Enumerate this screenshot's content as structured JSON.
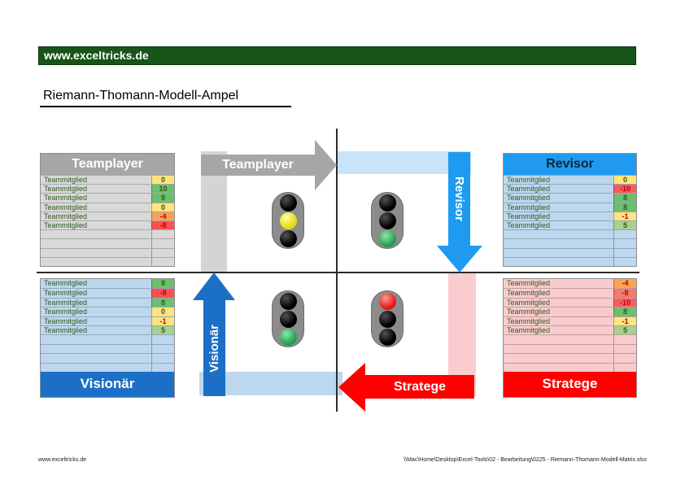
{
  "page": {
    "brand": "www.exceltricks.de",
    "title": "Riemann-Thomann-Modell-Ampel"
  },
  "colors": {
    "brand_green": "#175418",
    "arrow_gray": "#A6A6A6",
    "revisor_blue": "#1E9BF0",
    "visionaer_blue": "#1B6FC4",
    "stratege_red": "#FF0000",
    "band_gray": "#D4D4D4",
    "band_blue_light": "#C9E3F9",
    "band_blue_bottom": "#BDD7EE",
    "band_pink": "#F9CDD0",
    "divider": "#2B2B2B"
  },
  "tables": {
    "teamplayer": {
      "title": "Teamplayer",
      "header_bg": "#A6A6A6",
      "header_fg": "#FFFFFF",
      "row_bg": "#D9D9D9",
      "header_pos": "top",
      "rows": [
        {
          "label": "Teammitglied",
          "value": "0",
          "bg": "#FFE47F",
          "fg": "#2F5B1F"
        },
        {
          "label": "Teammitglied",
          "value": "10",
          "bg": "#6DBE6D",
          "fg": "#2F5B1F"
        },
        {
          "label": "Teammitglied",
          "value": "9",
          "bg": "#6DBE6D",
          "fg": "#2F5B1F"
        },
        {
          "label": "Teammitglied",
          "value": "0",
          "bg": "#FFE47F",
          "fg": "#2F5B1F"
        },
        {
          "label": "Teammitglied",
          "value": "-4",
          "bg": "#FB9E5A",
          "fg": "#C00000"
        },
        {
          "label": "Teammitglied",
          "value": "-8",
          "bg": "#FF5050",
          "fg": "#C00000"
        },
        {
          "label": "",
          "value": "",
          "bg": "",
          "fg": ""
        },
        {
          "label": "",
          "value": "",
          "bg": "",
          "fg": ""
        },
        {
          "label": "",
          "value": "",
          "bg": "",
          "fg": ""
        },
        {
          "label": "",
          "value": "",
          "bg": "",
          "fg": ""
        }
      ]
    },
    "revisor": {
      "title": "Revisor",
      "header_bg": "#1E9BF0",
      "header_fg": "#132437",
      "row_bg": "#BDD7EE",
      "header_pos": "top",
      "rows": [
        {
          "label": "Teammitglied",
          "value": "0",
          "bg": "#FFE47F",
          "fg": "#2F5B1F"
        },
        {
          "label": "Teammitglied",
          "value": "-10",
          "bg": "#FB5A5F",
          "fg": "#C00000"
        },
        {
          "label": "Teammitglied",
          "value": "8",
          "bg": "#6DBE6D",
          "fg": "#2F5B1F"
        },
        {
          "label": "Teammitglied",
          "value": "8",
          "bg": "#6DBE6D",
          "fg": "#2F5B1F"
        },
        {
          "label": "Teammitglied",
          "value": "-1",
          "bg": "#FFE47F",
          "fg": "#C00000"
        },
        {
          "label": "Teammitglied",
          "value": "5",
          "bg": "#A9D08E",
          "fg": "#2F5B1F"
        },
        {
          "label": "",
          "value": "",
          "bg": "",
          "fg": ""
        },
        {
          "label": "",
          "value": "",
          "bg": "",
          "fg": ""
        },
        {
          "label": "",
          "value": "",
          "bg": "",
          "fg": ""
        },
        {
          "label": "",
          "value": "",
          "bg": "",
          "fg": ""
        }
      ]
    },
    "visionaer": {
      "title": "Visionär",
      "header_bg": "#1B6FC4",
      "header_fg": "#FFFFFF",
      "row_bg": "#BDD7EE",
      "header_pos": "bottom",
      "rows": [
        {
          "label": "Teammitglied",
          "value": "8",
          "bg": "#6DBE6D",
          "fg": "#2F5B1F"
        },
        {
          "label": "Teammitglied",
          "value": "-8",
          "bg": "#FF5050",
          "fg": "#C00000"
        },
        {
          "label": "Teammitglied",
          "value": "8",
          "bg": "#6DBE6D",
          "fg": "#2F5B1F"
        },
        {
          "label": "Teammitglied",
          "value": "0",
          "bg": "#FFE47F",
          "fg": "#2F5B1F"
        },
        {
          "label": "Teammitglied",
          "value": "-1",
          "bg": "#FFE47F",
          "fg": "#C00000"
        },
        {
          "label": "Teammitglied",
          "value": "5",
          "bg": "#A9D08E",
          "fg": "#2F5B1F"
        },
        {
          "label": "",
          "value": "",
          "bg": "",
          "fg": ""
        },
        {
          "label": "",
          "value": "",
          "bg": "",
          "fg": ""
        },
        {
          "label": "",
          "value": "",
          "bg": "",
          "fg": ""
        },
        {
          "label": "",
          "value": "",
          "bg": "",
          "fg": ""
        }
      ]
    },
    "stratege": {
      "title": "Stratege",
      "header_bg": "#FF0000",
      "header_fg": "#FFFFFF",
      "row_bg": "#F8CBCD",
      "header_pos": "bottom",
      "rows": [
        {
          "label": "Teammitglied",
          "value": "-4",
          "bg": "#F9A259",
          "fg": "#C00000"
        },
        {
          "label": "Teammitglied",
          "value": "-8",
          "bg": "#F5796C",
          "fg": "#C00000"
        },
        {
          "label": "Teammitglied",
          "value": "-10",
          "bg": "#F75E63",
          "fg": "#C00000"
        },
        {
          "label": "Teammitglied",
          "value": "8",
          "bg": "#6DBE6D",
          "fg": "#2F5B1F"
        },
        {
          "label": "Teammitglied",
          "value": "-1",
          "bg": "#FFE47F",
          "fg": "#C00000"
        },
        {
          "label": "Teammitglied",
          "value": "5",
          "bg": "#A9D08E",
          "fg": "#2F5B1F"
        },
        {
          "label": "",
          "value": "",
          "bg": "",
          "fg": ""
        },
        {
          "label": "",
          "value": "",
          "bg": "",
          "fg": ""
        },
        {
          "label": "",
          "value": "",
          "bg": "",
          "fg": ""
        },
        {
          "label": "",
          "value": "",
          "bg": "",
          "fg": ""
        }
      ]
    }
  },
  "diagram": {
    "arrows": [
      {
        "id": "teamplayer",
        "label": "Teamplayer",
        "direction": "right"
      },
      {
        "id": "revisor",
        "label": "Revisor",
        "direction": "down"
      },
      {
        "id": "stratege",
        "label": "Stratege",
        "direction": "left"
      },
      {
        "id": "visionaer",
        "label": "Visionär",
        "direction": "up"
      }
    ],
    "traffic_lights": [
      {
        "position": "top-left",
        "lights": [
          "off",
          "yellow",
          "off"
        ]
      },
      {
        "position": "top-right",
        "lights": [
          "off",
          "off",
          "green"
        ]
      },
      {
        "position": "bottom-left",
        "lights": [
          "off",
          "off",
          "green"
        ]
      },
      {
        "position": "bottom-right",
        "lights": [
          "red",
          "off",
          "off"
        ]
      }
    ]
  },
  "footer": {
    "left": "www.exceltricks.de",
    "right": "\\\\Mac\\Home\\Desktop\\Excel-Tools\\02 - Bearbeitung\\0225 - Riemann-Thomann-Modell-Matrix.xlsx"
  }
}
